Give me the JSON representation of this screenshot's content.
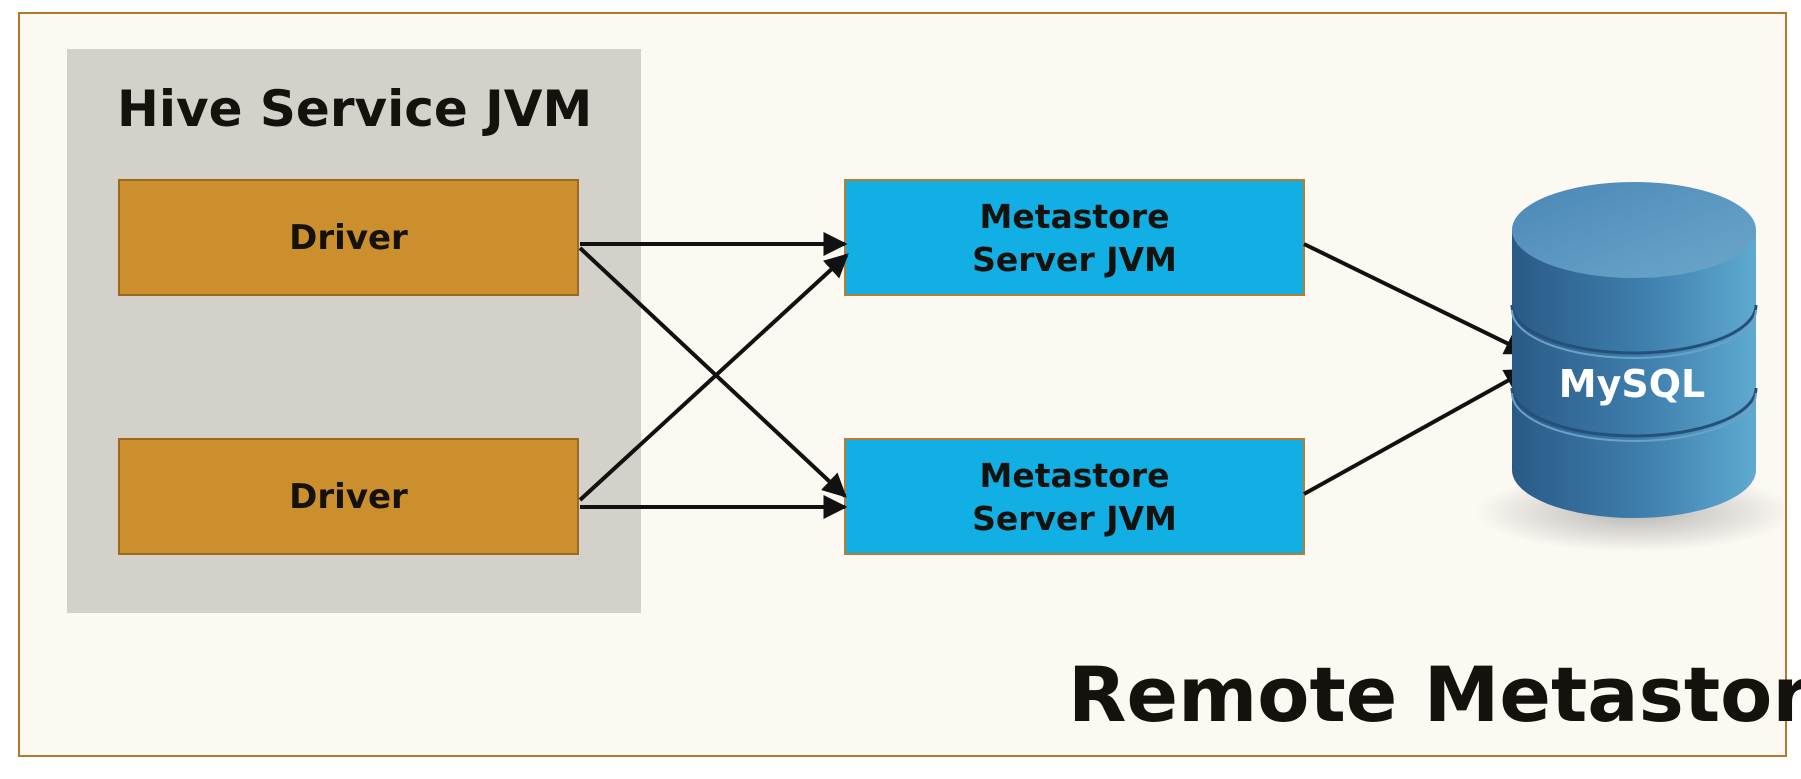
{
  "diagram": {
    "jvm_title": "Hive Service JVM",
    "drivers": [
      {
        "label": "Driver"
      },
      {
        "label": "Driver"
      }
    ],
    "metastores": [
      {
        "line1": "Metastore",
        "line2": "Server JVM"
      },
      {
        "line1": "Metastore",
        "line2": "Server JVM"
      }
    ],
    "database_label": "MySQL",
    "caption": "Remote Metastore"
  },
  "colors": {
    "frame_border": "#b07a2a",
    "background": "#fcf8f2",
    "jvm_panel": "#d4d0ca",
    "driver_fill": "#cc8f2e",
    "metastore_fill": "#11afe3",
    "database_fill": "#3f7fae",
    "arrow": "#111111"
  }
}
